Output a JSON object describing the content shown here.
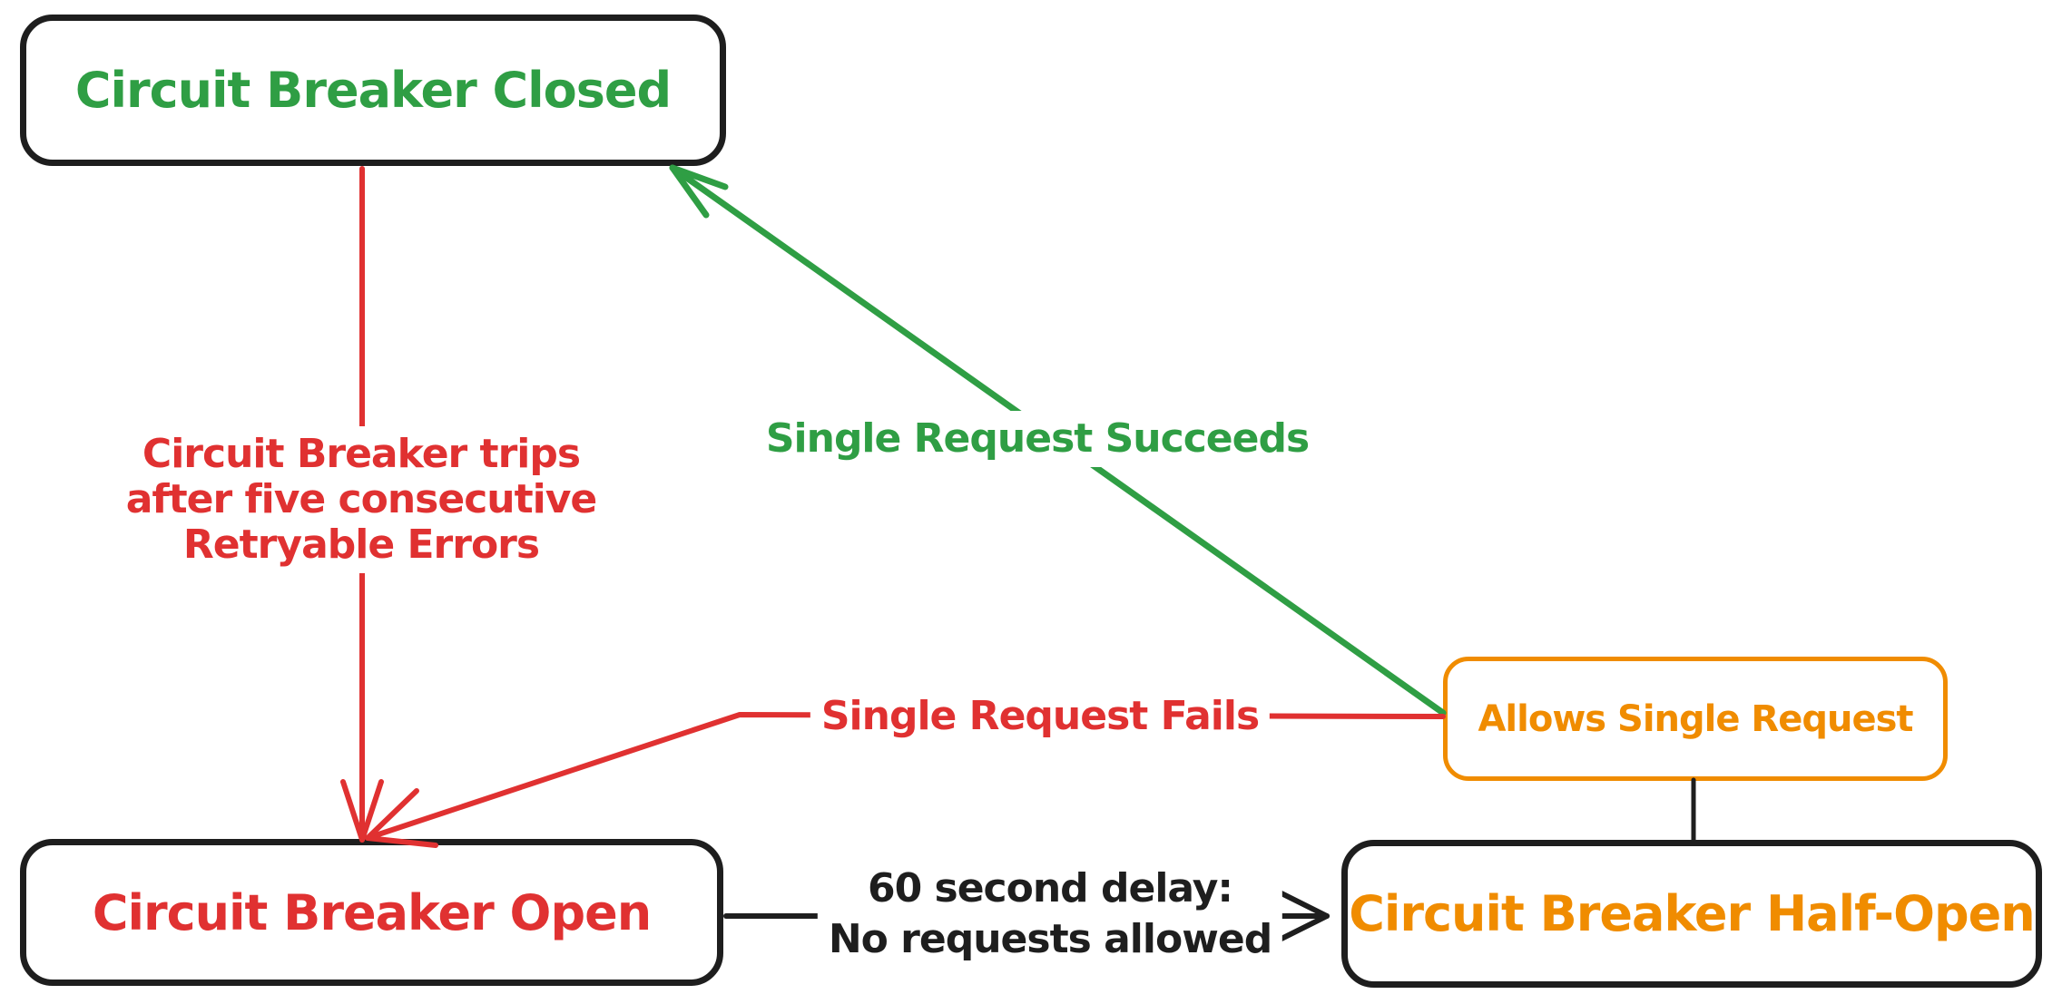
{
  "diagram": {
    "title": "Circuit Breaker state diagram",
    "background": "#ffffff"
  },
  "colors": {
    "green": "#2f9e44",
    "red": "#e03131",
    "orange": "#f08c00",
    "black": "#1e1e1e",
    "node_fill": "#ffffff"
  },
  "nodes": {
    "closed": {
      "label": "Circuit Breaker Closed",
      "text_color": "#2f9e44",
      "border_color": "#1e1e1e"
    },
    "open": {
      "label": "Circuit Breaker Open",
      "text_color": "#e03131",
      "border_color": "#1e1e1e"
    },
    "half_open": {
      "label": "Circuit Breaker Half-Open",
      "text_color": "#f08c00",
      "border_color": "#1e1e1e"
    },
    "allows": {
      "label": "Allows Single Request",
      "text_color": "#f08c00",
      "border_color": "#f08c00"
    }
  },
  "edges": {
    "trips": {
      "from": "closed",
      "to": "open",
      "color": "#e03131",
      "lines": [
        "Circuit Breaker trips",
        "after five consecutive",
        "Retryable Errors"
      ]
    },
    "succeeds": {
      "from": "allows",
      "to": "closed",
      "color": "#2f9e44",
      "label": "Single Request Succeeds"
    },
    "fails": {
      "from": "allows",
      "to": "open",
      "color": "#e03131",
      "label": "Single Request Fails"
    },
    "delay": {
      "from": "open",
      "to": "half_open",
      "color": "#1e1e1e",
      "lines": [
        "60 second delay:",
        "No requests allowed"
      ]
    },
    "half_open_link": {
      "from": "half_open",
      "to": "allows",
      "color": "#1e1e1e",
      "label": ""
    }
  }
}
